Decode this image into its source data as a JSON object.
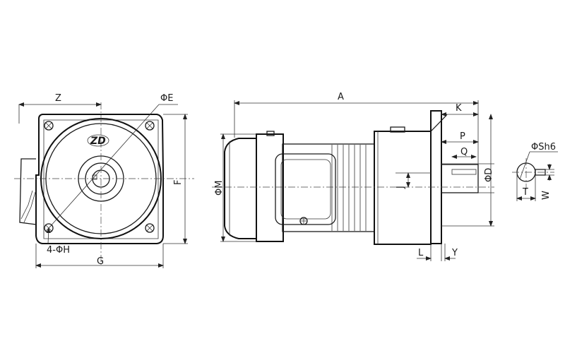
{
  "logo": {
    "text": "ZD"
  },
  "front_view": {
    "labels": {
      "Z": "Z",
      "E": "ΦE",
      "F": "F",
      "G": "G",
      "H": "4-ΦH"
    }
  },
  "side_view": {
    "labels": {
      "A": "A",
      "K": "K",
      "P": "P",
      "Q": "Q",
      "M": "ΦM",
      "J": "J",
      "D": "ΦD",
      "L": "L",
      "Y": "Y"
    }
  },
  "shaft_section": {
    "labels": {
      "S": "ΦSh6",
      "T": "T",
      "W": "W"
    }
  }
}
